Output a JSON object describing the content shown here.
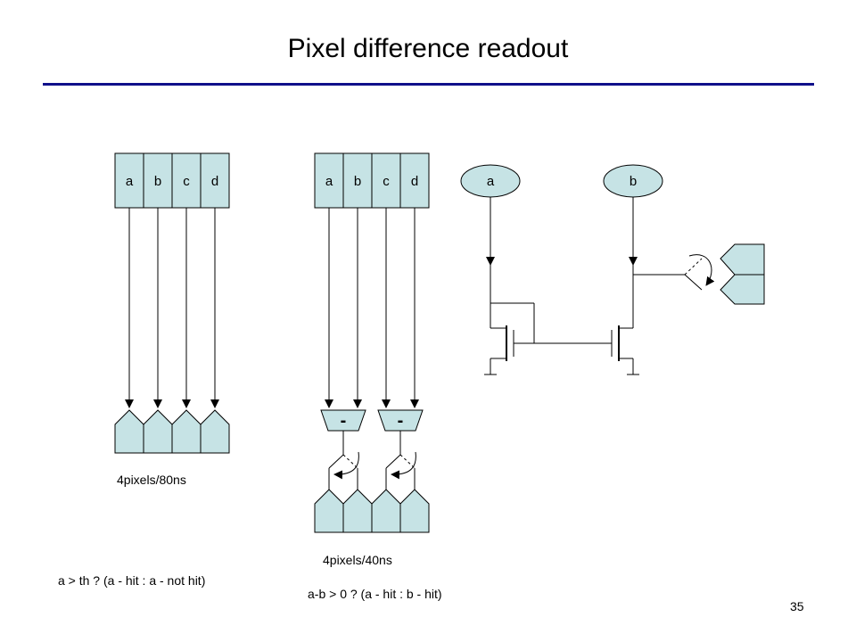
{
  "slide": {
    "title": "Pixel difference readout",
    "page_number": "35",
    "fill_color": "#c6e3e5",
    "rule_color": "#10108a"
  },
  "left_panel": {
    "pixel_labels": [
      "a",
      "b",
      "c",
      "d"
    ],
    "rate_label": "4pixels/80ns",
    "formula": "a > th ? (a - hit : a - not hit)"
  },
  "middle_panel": {
    "pixel_labels": [
      "a",
      "b",
      "c",
      "d"
    ],
    "subtractor_labels": [
      "-",
      "-"
    ],
    "rate_label": "4pixels/40ns",
    "formula": "a-b > 0 ? (a - hit : b - hit)"
  },
  "right_panel": {
    "node_labels": [
      "a",
      "b"
    ]
  }
}
